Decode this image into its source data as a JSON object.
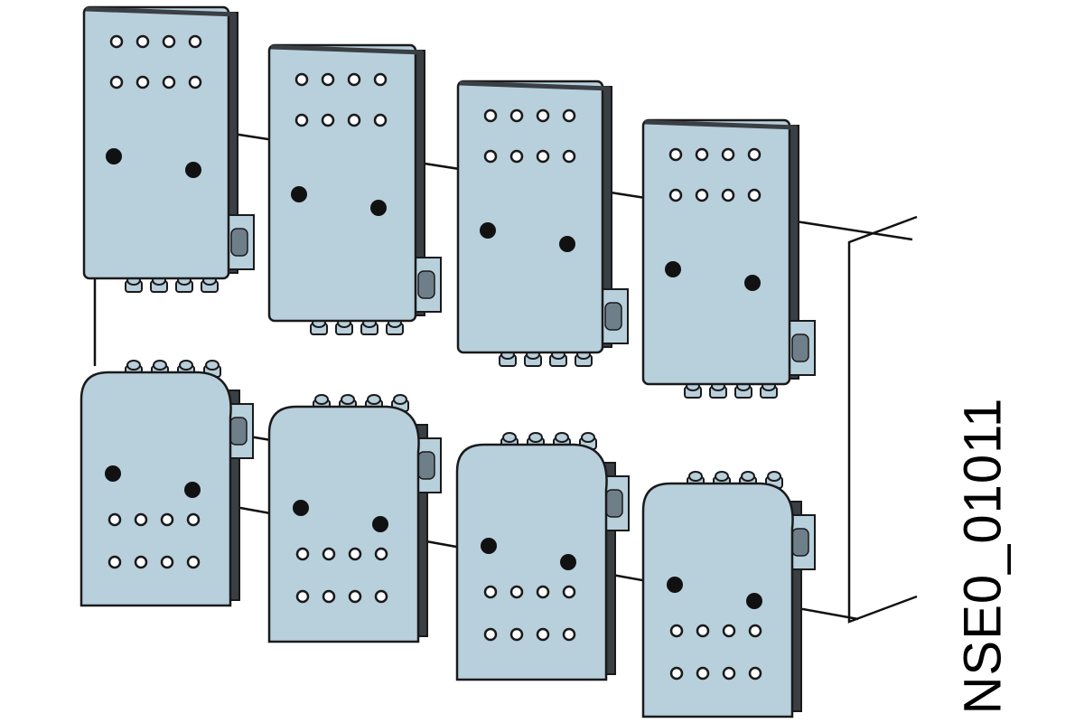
{
  "drawing_id": "NSE0_01011",
  "colors": {
    "plate_face": "#b8cfdc",
    "plate_dark": "#3a3f44",
    "plate_shadow": "#6f7f8a",
    "outline": "#1a1a1a",
    "hole_open": "#ffffff",
    "hole_solid": "#111111",
    "line": "#111111"
  },
  "icons": [
    "terminal-plate",
    "screw-hole",
    "mounting-hole",
    "clamp-screw",
    "bracket"
  ],
  "rows": [
    {
      "name": "upper-row",
      "plate_count": 4,
      "holes_position": "top",
      "screws_position": "bottom"
    },
    {
      "name": "lower-row",
      "plate_count": 4,
      "holes_position": "bottom",
      "screws_position": "top"
    }
  ]
}
